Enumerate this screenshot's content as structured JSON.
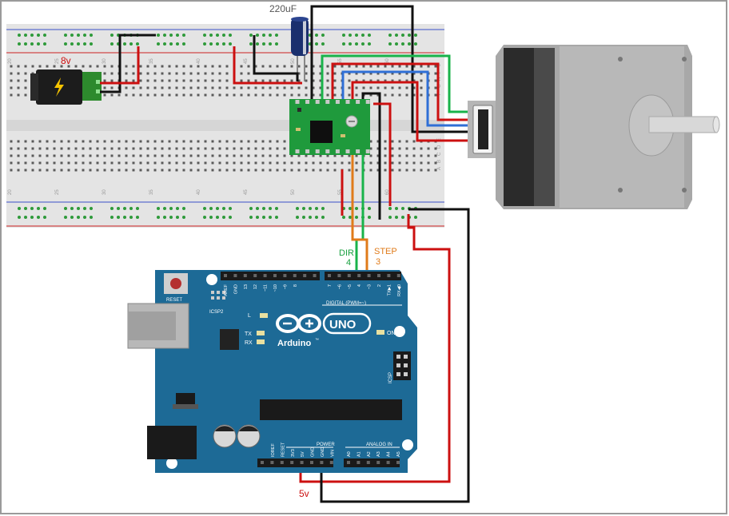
{
  "labels": {
    "capacitor": "220uF",
    "supply_voltage": "8v",
    "dir_label": "DIR",
    "dir_pin": "4",
    "step_label": "STEP",
    "step_pin": "3",
    "logic_voltage": "5v"
  },
  "breadboard": {
    "column_numbers_top": [
      "20",
      "25",
      "30",
      "35",
      "40",
      "45",
      "50",
      "55",
      "60"
    ],
    "column_numbers_bottom": [
      "20",
      "25",
      "30",
      "35",
      "40",
      "45",
      "50",
      "55",
      "60"
    ],
    "row_letters": [
      "J",
      "I",
      "H",
      "G",
      "F",
      "E",
      "D",
      "C",
      "B",
      "A"
    ]
  },
  "arduino": {
    "brand": "Arduino",
    "tm": "™",
    "model": "UNO",
    "reset": "RESET",
    "icsp2": "ICSP2",
    "icsp": "ICSP",
    "on": "ON",
    "l": "L",
    "tx": "TX",
    "rx": "RX",
    "digital_header": "DIGITAL (PWM=~)",
    "power_header": "POWER",
    "analog_header": "ANALOG IN",
    "digital_pins": [
      "AREF",
      "GND",
      "13",
      "12",
      "~11",
      "~10",
      "~9",
      "8",
      "7",
      "~6",
      "~5",
      "4",
      "~3",
      "2",
      "TX▶1",
      "RX◀0"
    ],
    "power_pins": [
      "IOREF",
      "RESET",
      "3V3",
      "5V",
      "GND",
      "GND",
      "VIN"
    ],
    "analog_pins": [
      "A0",
      "A1",
      "A2",
      "A3",
      "A4",
      "A5"
    ]
  },
  "colors": {
    "breadboard": "#e6e6e6",
    "arduino": "#1d6a96",
    "driver": "#1f9a3c",
    "wire_red": "#cc1010",
    "wire_black": "#111111",
    "wire_green": "#19b34a",
    "wire_blue": "#2f6fd6",
    "wire_orange": "#e07b1a"
  }
}
